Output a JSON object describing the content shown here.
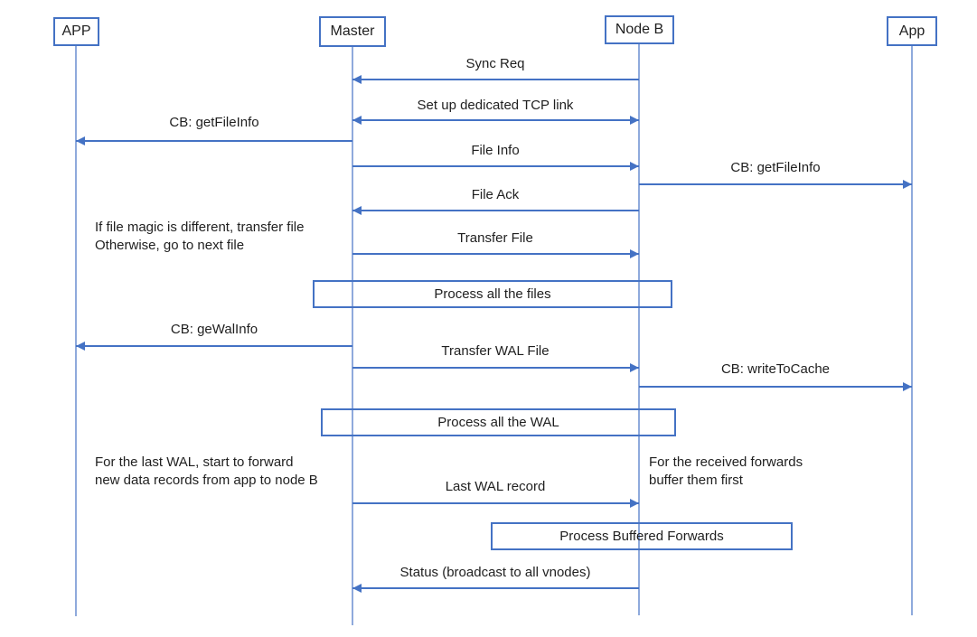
{
  "diagram": {
    "type": "sequence-diagram",
    "colors": {
      "actor_border": "#4472C4",
      "lifeline": "#8FAADC",
      "arrow": "#4472C4",
      "text": "#1f1f1f",
      "background": "#ffffff"
    },
    "actors": [
      {
        "label": "APP"
      },
      {
        "label": "Master"
      },
      {
        "label": "Node B"
      },
      {
        "label": "App"
      }
    ],
    "messages": [
      {
        "label": "Sync Req",
        "from": "Node B",
        "to": "Master",
        "direction": "left"
      },
      {
        "label": "Set up dedicated TCP link",
        "from": "Master",
        "to": "Node B",
        "direction": "both"
      },
      {
        "label": "CB: getFileInfo",
        "from": "Master",
        "to": "APP",
        "direction": "left"
      },
      {
        "label": "File Info",
        "from": "Master",
        "to": "Node B",
        "direction": "right"
      },
      {
        "label": "CB: getFileInfo",
        "from": "Node B",
        "to": "App",
        "direction": "right"
      },
      {
        "label": "File Ack",
        "from": "Node B",
        "to": "Master",
        "direction": "left"
      },
      {
        "label": "Transfer File",
        "from": "Master",
        "to": "Node B",
        "direction": "right"
      },
      {
        "label": "CB: geWalInfo",
        "from": "Master",
        "to": "APP",
        "direction": "left"
      },
      {
        "label": "Transfer WAL File",
        "from": "Master",
        "to": "Node B",
        "direction": "right"
      },
      {
        "label": "CB: writeToCache",
        "from": "Node B",
        "to": "App",
        "direction": "right"
      },
      {
        "label": "Last WAL record",
        "from": "Master",
        "to": "Node B",
        "direction": "right"
      },
      {
        "label": "Status (broadcast to all vnodes)",
        "from": "Node B",
        "to": "Master",
        "direction": "left"
      }
    ],
    "process_boxes": [
      {
        "label": "Process all the files"
      },
      {
        "label": "Process all the WAL"
      },
      {
        "label": "Process Buffered Forwards"
      }
    ],
    "notes": [
      {
        "text": "If file magic is different, transfer file\nOtherwise, go to next file"
      },
      {
        "text": "For the last WAL, start to forward\nnew data records from app to node B"
      },
      {
        "text": "For the received forwards\nbuffer them first"
      }
    ]
  }
}
